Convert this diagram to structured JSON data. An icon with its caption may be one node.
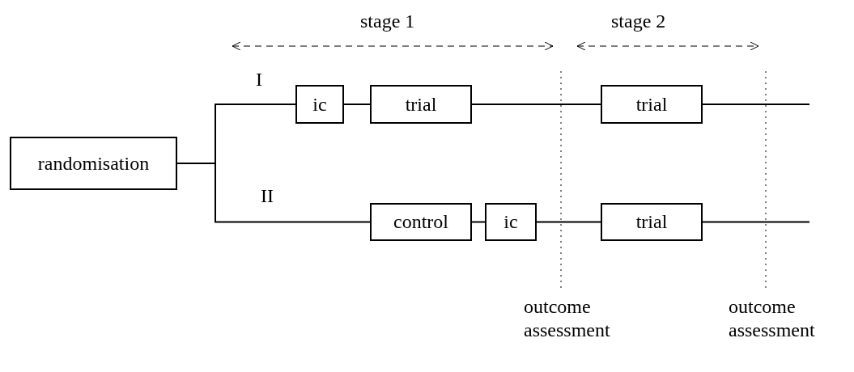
{
  "diagram": {
    "nodes": [
      {
        "text": [
          "randomisation"
        ]
      },
      {
        "text": [
          "ic"
        ]
      },
      {
        "text": [
          "trial"
        ]
      },
      {
        "text": [
          "trial"
        ]
      },
      {
        "text": [
          "control"
        ]
      },
      {
        "text": [
          "ic"
        ]
      },
      {
        "text": [
          "trial"
        ]
      }
    ],
    "edges": [
      {
        "from": 0,
        "to": 1,
        "arrow": "none"
      },
      {
        "from": 0,
        "to": 4,
        "arrow": "none"
      },
      {
        "from": 1,
        "to": 2,
        "arrow": "none"
      },
      {
        "from": 2,
        "to": 3,
        "arrow": "none"
      },
      {
        "from": 3,
        "to": null,
        "arrow": "none"
      },
      {
        "from": 4,
        "to": 5,
        "arrow": "none"
      },
      {
        "from": 5,
        "to": 6,
        "arrow": "none"
      },
      {
        "from": 6,
        "to": null,
        "arrow": "none"
      }
    ],
    "labels": [
      "stage 1",
      "stage 2",
      "I",
      "II",
      "outcome assessment",
      "outcome assessment"
    ]
  }
}
